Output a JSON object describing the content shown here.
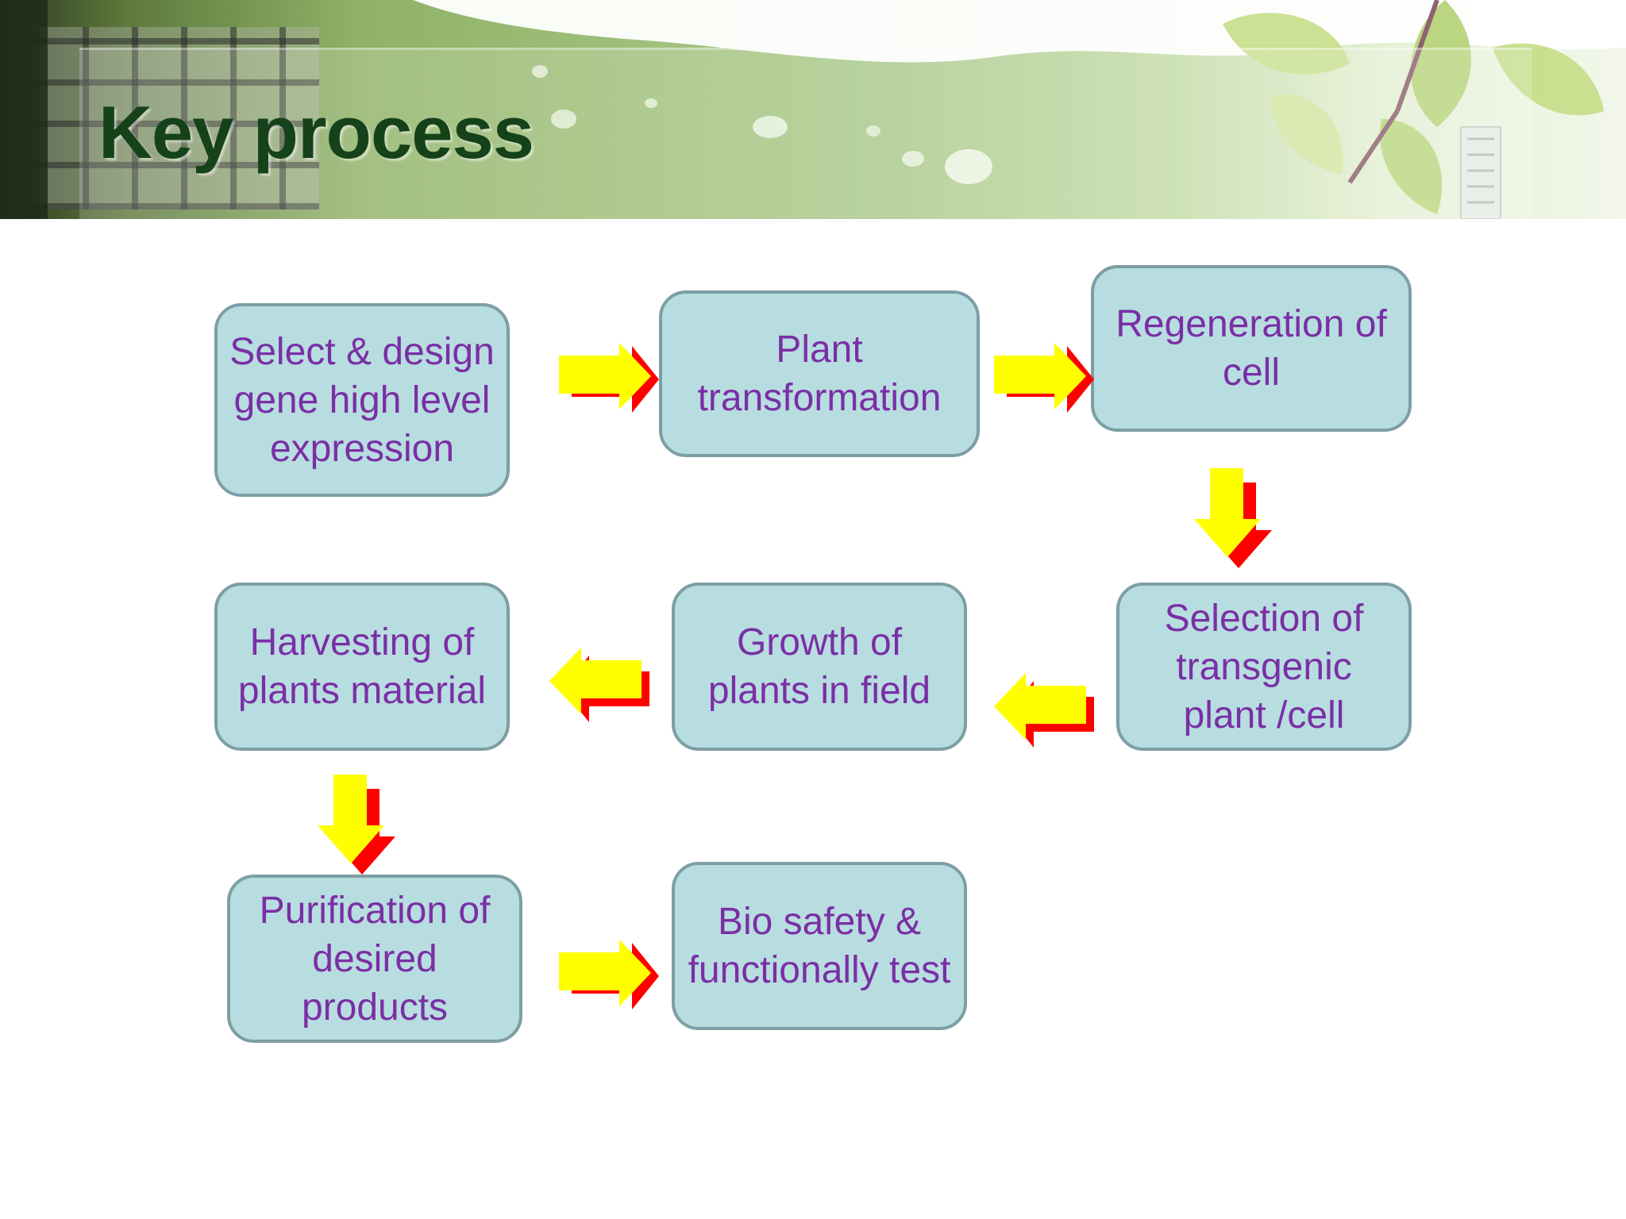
{
  "page": {
    "title": "Key process"
  },
  "colors": {
    "title": "#16421a",
    "box_fill": "#b8dde0",
    "box_border": "#7d9ea4",
    "box_text": "#7a2fa5",
    "arrow_front": "#ffff00",
    "arrow_shadow": "#ff0000"
  },
  "flow": {
    "steps": [
      {
        "id": "step-1",
        "label": "Select & design gene high level expression"
      },
      {
        "id": "step-2",
        "label": "Plant transformation"
      },
      {
        "id": "step-3",
        "label": "Regeneration of cell"
      },
      {
        "id": "step-4",
        "label": "Selection of transgenic plant /cell"
      },
      {
        "id": "step-5",
        "label": "Growth of plants in field"
      },
      {
        "id": "step-6",
        "label": "Harvesting of plants material"
      },
      {
        "id": "step-7",
        "label": "Purification of desired products"
      },
      {
        "id": "step-8",
        "label": "Bio safety & functionally test"
      }
    ],
    "connections": [
      {
        "from": "step-1",
        "to": "step-2",
        "direction": "right"
      },
      {
        "from": "step-2",
        "to": "step-3",
        "direction": "right"
      },
      {
        "from": "step-3",
        "to": "step-4",
        "direction": "down"
      },
      {
        "from": "step-4",
        "to": "step-5",
        "direction": "left"
      },
      {
        "from": "step-5",
        "to": "step-6",
        "direction": "left"
      },
      {
        "from": "step-6",
        "to": "step-7",
        "direction": "down"
      },
      {
        "from": "step-7",
        "to": "step-8",
        "direction": "right"
      }
    ]
  }
}
